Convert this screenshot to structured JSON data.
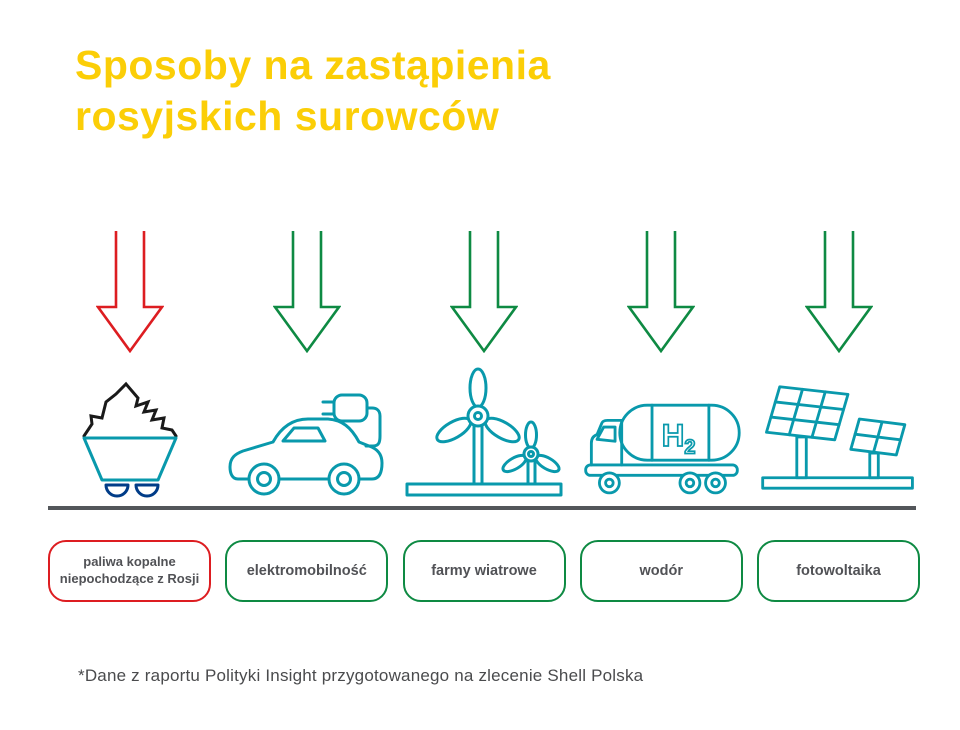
{
  "colors": {
    "bg": "#FFFFFF",
    "yellow": "#FBCE07",
    "red": "#DD1D21",
    "green": "#0E8A43",
    "teal": "#0999AC",
    "navy": "#003C88",
    "coal": "#1A1A1A",
    "textgray": "#515256",
    "linegray": "#53565A",
    "notegray": "#4A4B4D"
  },
  "title": {
    "line1": "Sposoby na zastąpienia",
    "line2": "rosyjskich surowców"
  },
  "columns": [
    {
      "label": "paliwa kopalne niepochodzące z Rosji",
      "icon": "coal-cart-icon",
      "arrow_color_name": "red"
    },
    {
      "label": "elektromobilność",
      "icon": "electric-car-icon",
      "arrow_color_name": "green"
    },
    {
      "label": "farmy wiatrowe",
      "icon": "wind-farm-icon",
      "arrow_color_name": "green"
    },
    {
      "label": "wodór",
      "icon": "hydrogen-truck-icon",
      "arrow_color_name": "green"
    },
    {
      "label": "fotowoltaika",
      "icon": "solar-panels-icon",
      "arrow_color_name": "green"
    }
  ],
  "truck": {
    "h2_main": "H",
    "h2_sub": "2"
  },
  "footnote": "*Dane z raportu Polityki Insight przygotowanego na zlecenie Shell Polska"
}
